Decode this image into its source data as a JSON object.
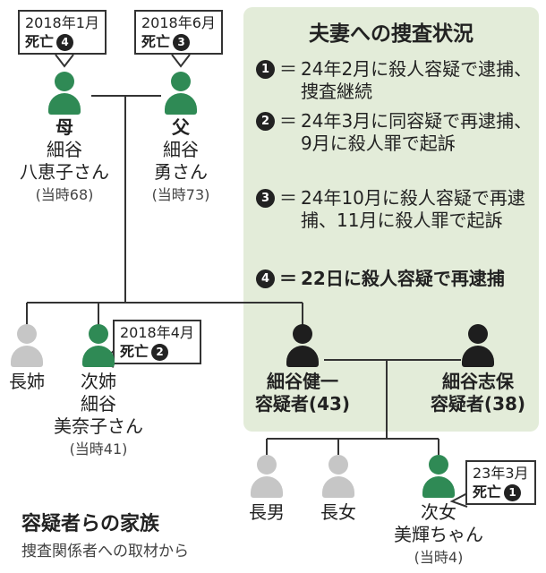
{
  "panel": {
    "title": "夫妻への捜査状況",
    "items": [
      {
        "marker": "1",
        "eq": "＝",
        "text": "24年2月に殺人容疑で逮捕、捜査継続"
      },
      {
        "marker": "2",
        "eq": "＝",
        "text": "24年3月に同容疑で再逮捕、9月に殺人罪で起訴"
      },
      {
        "marker": "3",
        "eq": "＝",
        "text": "24年10月に殺人容疑で再逮捕、11月に殺人罪で起訴"
      },
      {
        "marker": "4",
        "eq": "＝",
        "text": "22日に殺人容疑で再逮捕"
      }
    ]
  },
  "callouts": {
    "mother": {
      "date": "2018年1月",
      "status": "死亡",
      "marker": "4"
    },
    "father": {
      "date": "2018年6月",
      "status": "死亡",
      "marker": "3"
    },
    "sister2": {
      "date": "2018年4月",
      "status": "死亡",
      "marker": "2"
    },
    "daughter2": {
      "date": "23年3月",
      "status": "死亡",
      "marker": "1"
    }
  },
  "people": {
    "mother": {
      "relation": "母",
      "name1": "細谷",
      "name2": "八恵子さん",
      "age": "(当時68)"
    },
    "father": {
      "relation": "父",
      "name1": "細谷",
      "name2": "勇さん",
      "age": "(当時73)"
    },
    "sister1": {
      "relation": "長姉"
    },
    "sister2": {
      "relation": "次姉",
      "name1": "細谷",
      "name2": "美奈子さん",
      "age": "(当時41)"
    },
    "kenichi": {
      "name": "細谷健一",
      "role": "容疑者(43)"
    },
    "shiho": {
      "name": "細谷志保",
      "role": "容疑者(38)"
    },
    "son": {
      "relation": "長男"
    },
    "daughter1": {
      "relation": "長女"
    },
    "daughter2": {
      "relation": "次女",
      "name": "美輝ちゃん",
      "age": "(当時4)"
    }
  },
  "footer": {
    "title": "容疑者らの家族",
    "source": "捜査関係者への取材から"
  },
  "colors": {
    "deceased": "#2f8a55",
    "suspect": "#1e1e1e",
    "other": "#c6c6c6",
    "panel": "#e3ecd9"
  }
}
